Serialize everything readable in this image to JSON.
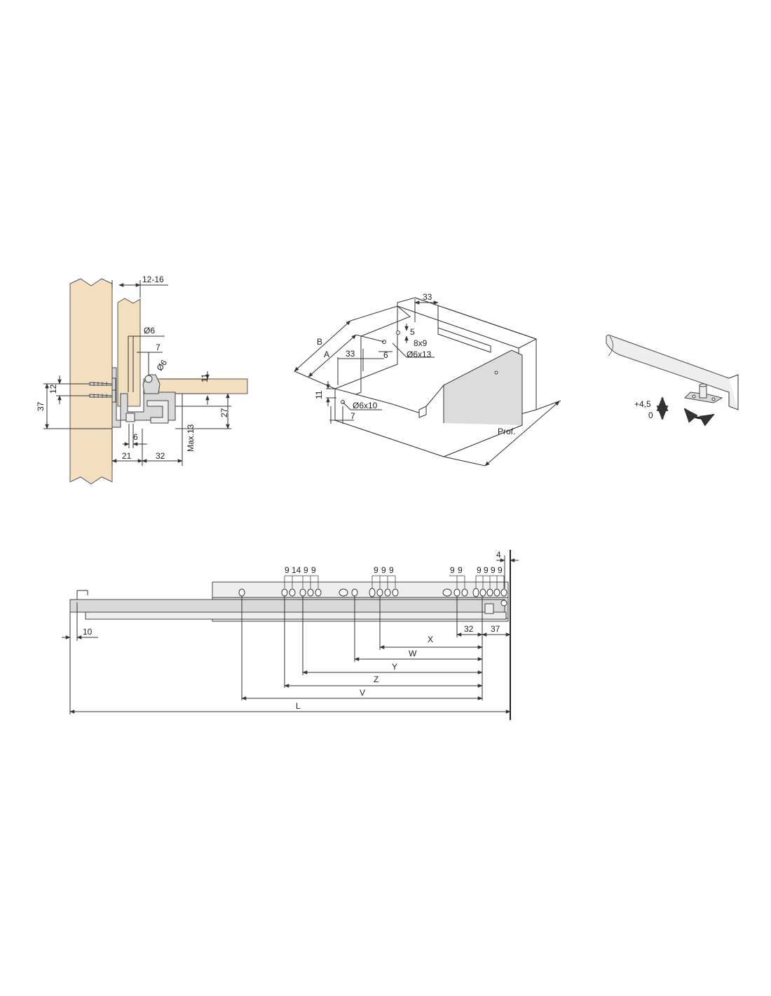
{
  "section_view": {
    "dims": {
      "d12_16": "12-16",
      "d6_top": "Ø6",
      "d7": "7",
      "d6_pin": "Ø6",
      "d11": "11",
      "d12": "12",
      "d37": "37",
      "d27": "27",
      "max13": "Max.13",
      "d6_bottom": "6",
      "d21": "21",
      "d32": "32"
    }
  },
  "drawer_view": {
    "dims": {
      "d33_top": "33",
      "d5": "5",
      "d8x9": "8x9",
      "dB": "B",
      "dA": "A",
      "d33_side": "33",
      "d6": "6",
      "d6x13": "Ø6x13",
      "d11": "11",
      "d6x10": "Ø6x10",
      "d7": "7",
      "prof": "Prof."
    }
  },
  "adjuster_view": {
    "plus": "+4,5",
    "zero": "0"
  },
  "slide_view": {
    "hole_spacing": [
      "9",
      "14",
      "9",
      "9",
      "9",
      "9",
      "9",
      "9",
      "9",
      "9",
      "9",
      "9",
      "9"
    ],
    "dims": {
      "d4": "4",
      "d10": "10",
      "d32": "32",
      "d37": "37",
      "X": "X",
      "W": "W",
      "Y": "Y",
      "Z": "Z",
      "V": "V",
      "L": "L"
    }
  }
}
